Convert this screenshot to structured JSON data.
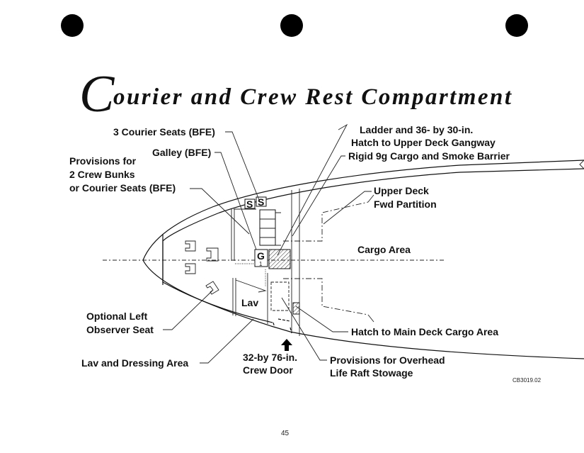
{
  "title": {
    "initial": "C",
    "rest": "ourier and Crew Rest Compartment"
  },
  "labels": {
    "courier_seats": "3 Courier Seats (BFE)",
    "galley": "Galley (BFE)",
    "provisions_bunks": [
      "Provisions for",
      "2 Crew Bunks",
      "or Courier Seats (BFE)"
    ],
    "ladder": [
      "Ladder and 36- by 30-in.",
      "Hatch to Upper Deck Gangway"
    ],
    "barrier": "Rigid 9g Cargo and Smoke Barrier",
    "upper_partition": [
      "Upper Deck",
      "Fwd Partition"
    ],
    "cargo_area": "Cargo Area",
    "observer_seat": [
      "Optional Left",
      "Observer Seat"
    ],
    "lav": "Lav",
    "lav_dressing": "Lav and Dressing Area",
    "crew_door": [
      "32-by 76-in.",
      "Crew Door"
    ],
    "main_deck_hatch": "Hatch to Main Deck Cargo Area",
    "life_raft": [
      "Provisions for Overhead",
      "Life Raft Stowage"
    ],
    "seat_mark": "S",
    "galley_mark": "G",
    "galley_num": "1"
  },
  "figure_id": "CB3019.02",
  "page_number": "45"
}
